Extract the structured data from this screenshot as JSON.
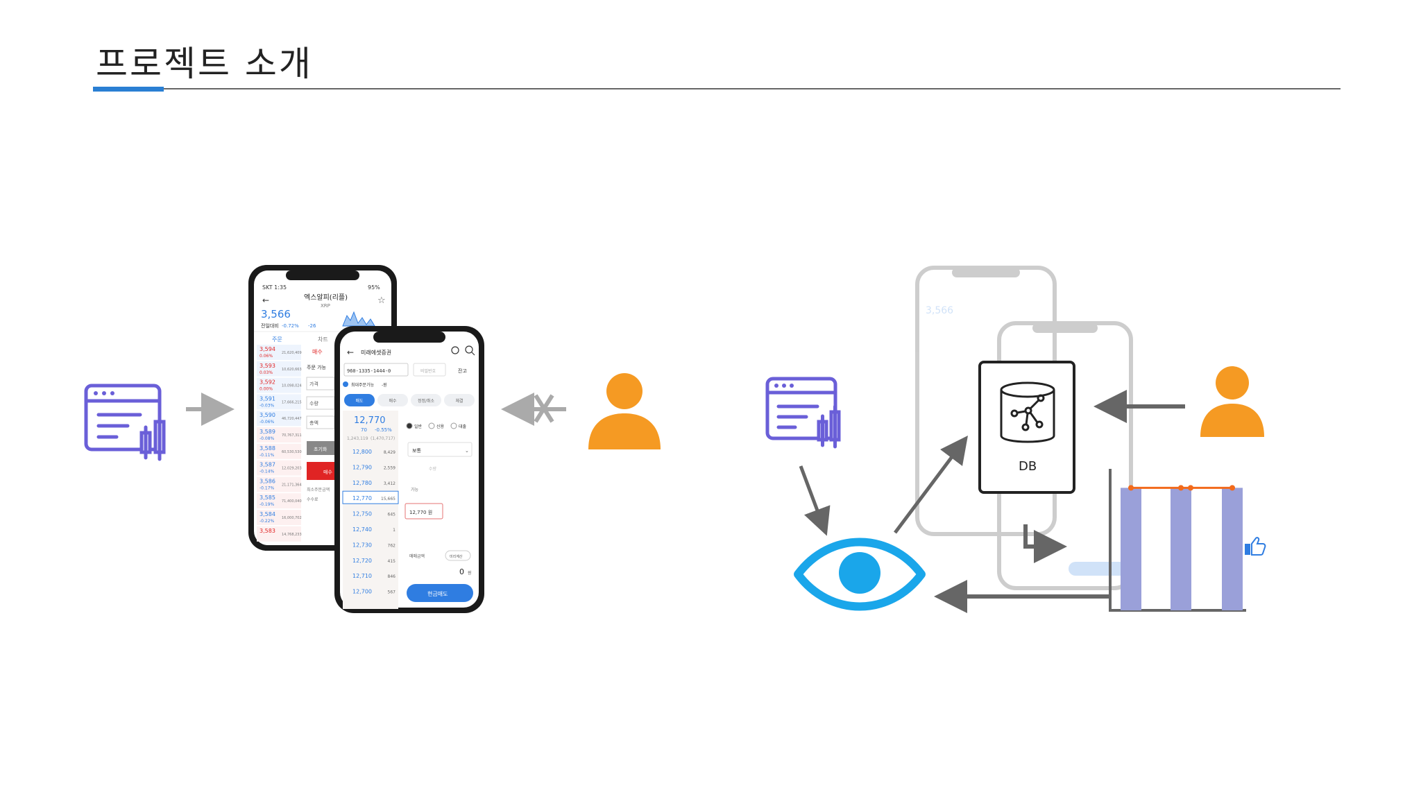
{
  "slide": {
    "title": "프로젝트 소개",
    "accent_color": "#2a7fd3",
    "rule_color": "#666666"
  },
  "colors": {
    "icon_purple": "#6a5fd8",
    "person_orange": "#f59a23",
    "eye_blue": "#1aa6ea",
    "arrow_gray": "#666666",
    "bar_purple": "#9aa0d9",
    "line_orange": "#f26a1b",
    "sell_blue": "#2f7de1",
    "price_red": "#e02424"
  },
  "icons": {
    "app_icon_left": "trading-app-candlestick-icon",
    "app_icon_right": "trading-app-candlestick-icon",
    "person_left": "person-icon",
    "person_right": "person-icon",
    "eye": "eye-icon",
    "db": "database-icon",
    "thumbs_up": "thumbs-up-icon"
  },
  "db": {
    "label": "DB"
  },
  "phone_back": {
    "status": "SKT 1:35",
    "battery": "95%",
    "title": "엑스알피(리플)",
    "subtitle": "XRP",
    "price": "3,566",
    "change_label": "전일대비",
    "change_pct": "-0.72%",
    "change_abs": "-26",
    "tab_order": "주문",
    "tab_chart": "차트",
    "buy_label": "매수",
    "order_possible": "주문 가능",
    "field_price": "가격",
    "field_qty": "수량",
    "field_total": "총액",
    "reset_label": "초기화",
    "order_button": "매수",
    "min_order": "최소주문금액",
    "fee_label": "수수료",
    "rows": [
      {
        "price": "3,594",
        "pct": "0.06%",
        "vol": "21,620,409"
      },
      {
        "price": "3,593",
        "pct": "0.03%",
        "vol": "10,620,663"
      },
      {
        "price": "3,592",
        "pct": "0.00%",
        "vol": "10,098,024"
      },
      {
        "price": "3,591",
        "pct": "-0.03%",
        "vol": "17,666,215"
      },
      {
        "price": "3,590",
        "pct": "-0.06%",
        "vol": "46,720,447"
      },
      {
        "price": "3,589",
        "pct": "-0.08%",
        "vol": "70,767,311"
      },
      {
        "price": "3,588",
        "pct": "-0.11%",
        "vol": "60,530,530"
      },
      {
        "price": "3,587",
        "pct": "-0.14%",
        "vol": "12,029,203"
      },
      {
        "price": "3,586",
        "pct": "-0.17%",
        "vol": "21,171,364"
      },
      {
        "price": "3,585",
        "pct": "-0.19%",
        "vol": "71,400,040"
      },
      {
        "price": "3,584",
        "pct": "-0.22%",
        "vol": "16,000,702"
      },
      {
        "price": "3,583",
        "pct": "",
        "vol": "14,768,233"
      }
    ]
  },
  "phone_front": {
    "title": "미래에셋증권",
    "account": "960-1335-1444-0",
    "password": "비밀번호",
    "balance": "잔고",
    "max_order": "최대주문가능",
    "max_unit": "-원",
    "tabs": [
      "매도",
      "매수",
      "정정/취소",
      "체결"
    ],
    "price": "12,770",
    "change": "70",
    "change_pct": "-0.55%",
    "volume": "1,243,119",
    "volume_pct": "(1,470,717)",
    "options": [
      "일반",
      "신용",
      "대출"
    ],
    "order_type": "보통",
    "qty_label": "수량",
    "avail_label": "가능",
    "price_input": "12,770 원",
    "amount_label": "매매금액",
    "calc_label": "미리계산",
    "amount_value": "0",
    "amount_unit": "원",
    "sell_button": "현금매도",
    "rows": [
      {
        "price": "12,800",
        "qty": "8,429"
      },
      {
        "price": "12,790",
        "qty": "2,559"
      },
      {
        "price": "12,780",
        "qty": "3,412"
      },
      {
        "price": "12,770",
        "qty": "15,665"
      },
      {
        "price": "12,750",
        "qty": "645"
      },
      {
        "price": "12,740",
        "qty": "1"
      },
      {
        "price": "12,730",
        "qty": "762"
      },
      {
        "price": "12,720",
        "qty": "415"
      },
      {
        "price": "12,710",
        "qty": "846"
      },
      {
        "price": "12,700",
        "qty": "567"
      }
    ]
  },
  "chart_data": {
    "type": "bar",
    "values": [
      0.92,
      0.92,
      0.92
    ],
    "line": [
      0.92,
      0.92,
      0.92
    ]
  }
}
